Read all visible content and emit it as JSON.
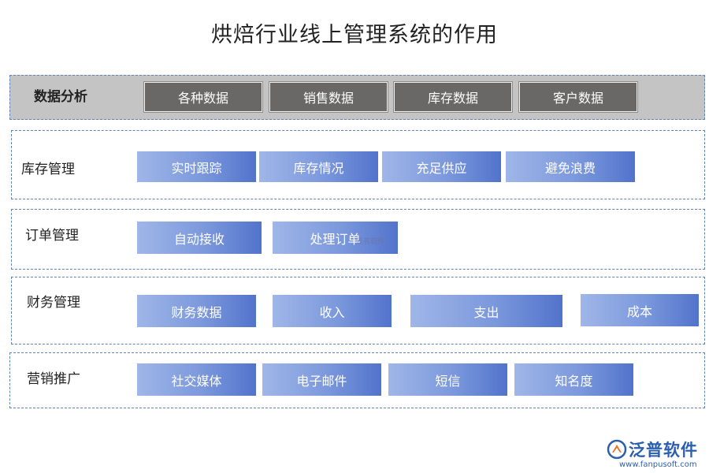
{
  "title": "烘焙行业线上管理系统的作用",
  "sections": [
    {
      "label": "数据分析",
      "items": [
        "各种数据",
        "销售数据",
        "库存数据",
        "客户数据"
      ]
    },
    {
      "label": "库存管理",
      "items": [
        "实时跟踪",
        "库存情况",
        "充足供应",
        "避免浪费"
      ]
    },
    {
      "label": "订单管理",
      "items": [
        "自动接收",
        "处理订单"
      ]
    },
    {
      "label": "财务管理",
      "items": [
        "财务数据",
        "收入",
        "支出",
        "成本"
      ]
    },
    {
      "label": "营销推广",
      "items": [
        "社交媒体",
        "电子邮件",
        "短信",
        "知名度"
      ]
    }
  ],
  "watermark": "泛普软件",
  "logo": {
    "name": "泛普软件",
    "url": "www.fanpusoft.com",
    "icon": "fanpu-logo-icon"
  },
  "colors": {
    "header_bg": "#c4c4c4",
    "gray_chip": "#6a6867",
    "blue_chip_light": "#9fb6e8",
    "blue_chip_dark": "#5273cc",
    "dashed_border": "#5f84b8",
    "logo_blue": "#2b5fae"
  }
}
